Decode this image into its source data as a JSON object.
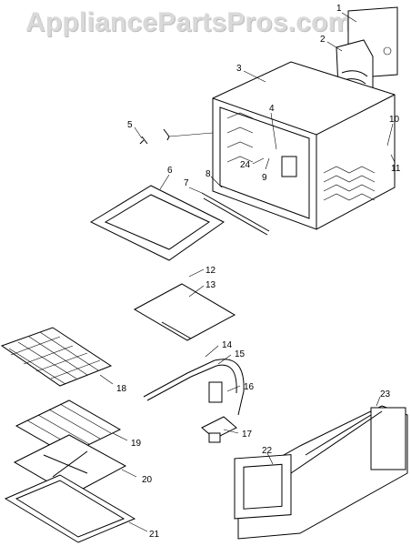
{
  "watermark": "AppliancePartsPros.com",
  "callouts": [
    "1",
    "2",
    "3",
    "4",
    "5",
    "6",
    "7",
    "8",
    "9",
    "10",
    "11",
    "12",
    "13",
    "14",
    "15",
    "16",
    "17",
    "18",
    "19",
    "20",
    "21",
    "22",
    "23",
    "24"
  ]
}
